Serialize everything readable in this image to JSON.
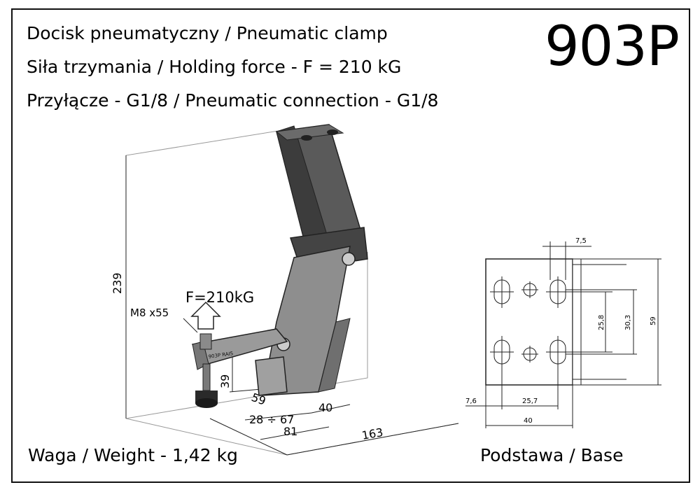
{
  "header": {
    "line1": "Docisk pneumatyczny / Pneumatic clamp",
    "line2": "Siła trzymania / Holding force - F = 210 kG",
    "line3": "Przyłącze - G1/8 / Pneumatic connection - G1/8"
  },
  "model": "903P",
  "footer": {
    "weight": "Waga / Weight - 1,42 kg",
    "base": "Podstawa / Base"
  },
  "drawing": {
    "force_label": "F=210kG",
    "screw_label": "M8 x55",
    "dim_height": "239",
    "dim_spindle": "39",
    "dim_59": "59",
    "dim_range": "28 ÷ 67",
    "dim_40": "40",
    "dim_81": "81",
    "dim_163": "163",
    "part_marking": "903P RAIS"
  },
  "base_drawing": {
    "dim_7_5": "7,5",
    "dim_25_8": "25,8",
    "dim_30_3": "30,3",
    "dim_59": "59",
    "dim_7_6": "7,6",
    "dim_25_7": "25,7",
    "dim_40": "40"
  },
  "colors": {
    "metal": "#8a8a8a",
    "dark": "#3a3a3a",
    "line": "#222222"
  }
}
